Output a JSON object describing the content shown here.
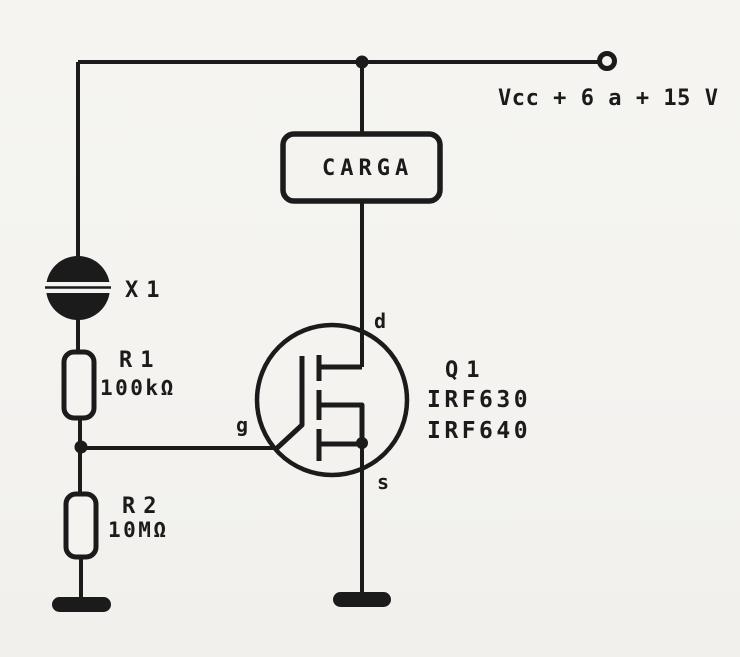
{
  "theme": {
    "ink": "#1b1b1b",
    "paper": "#f4f3f0"
  },
  "schematic": {
    "type": "circuit-diagram",
    "description": "Photocell X1 biasing a power MOSFET that switches a load (CARGA) from a Vcc supply",
    "supply_label": "Vcc + 6 a + 15 V",
    "load": {
      "label": "CARGA"
    },
    "sensor": {
      "ref": "X1"
    },
    "resistors": [
      {
        "ref": "R1",
        "value": "100kΩ"
      },
      {
        "ref": "R2",
        "value": "10MΩ"
      }
    ],
    "transistor": {
      "ref": "Q1",
      "parts": [
        "IRF630",
        "IRF640"
      ],
      "pins": {
        "drain": "d",
        "gate": "g",
        "source": "s"
      }
    }
  }
}
